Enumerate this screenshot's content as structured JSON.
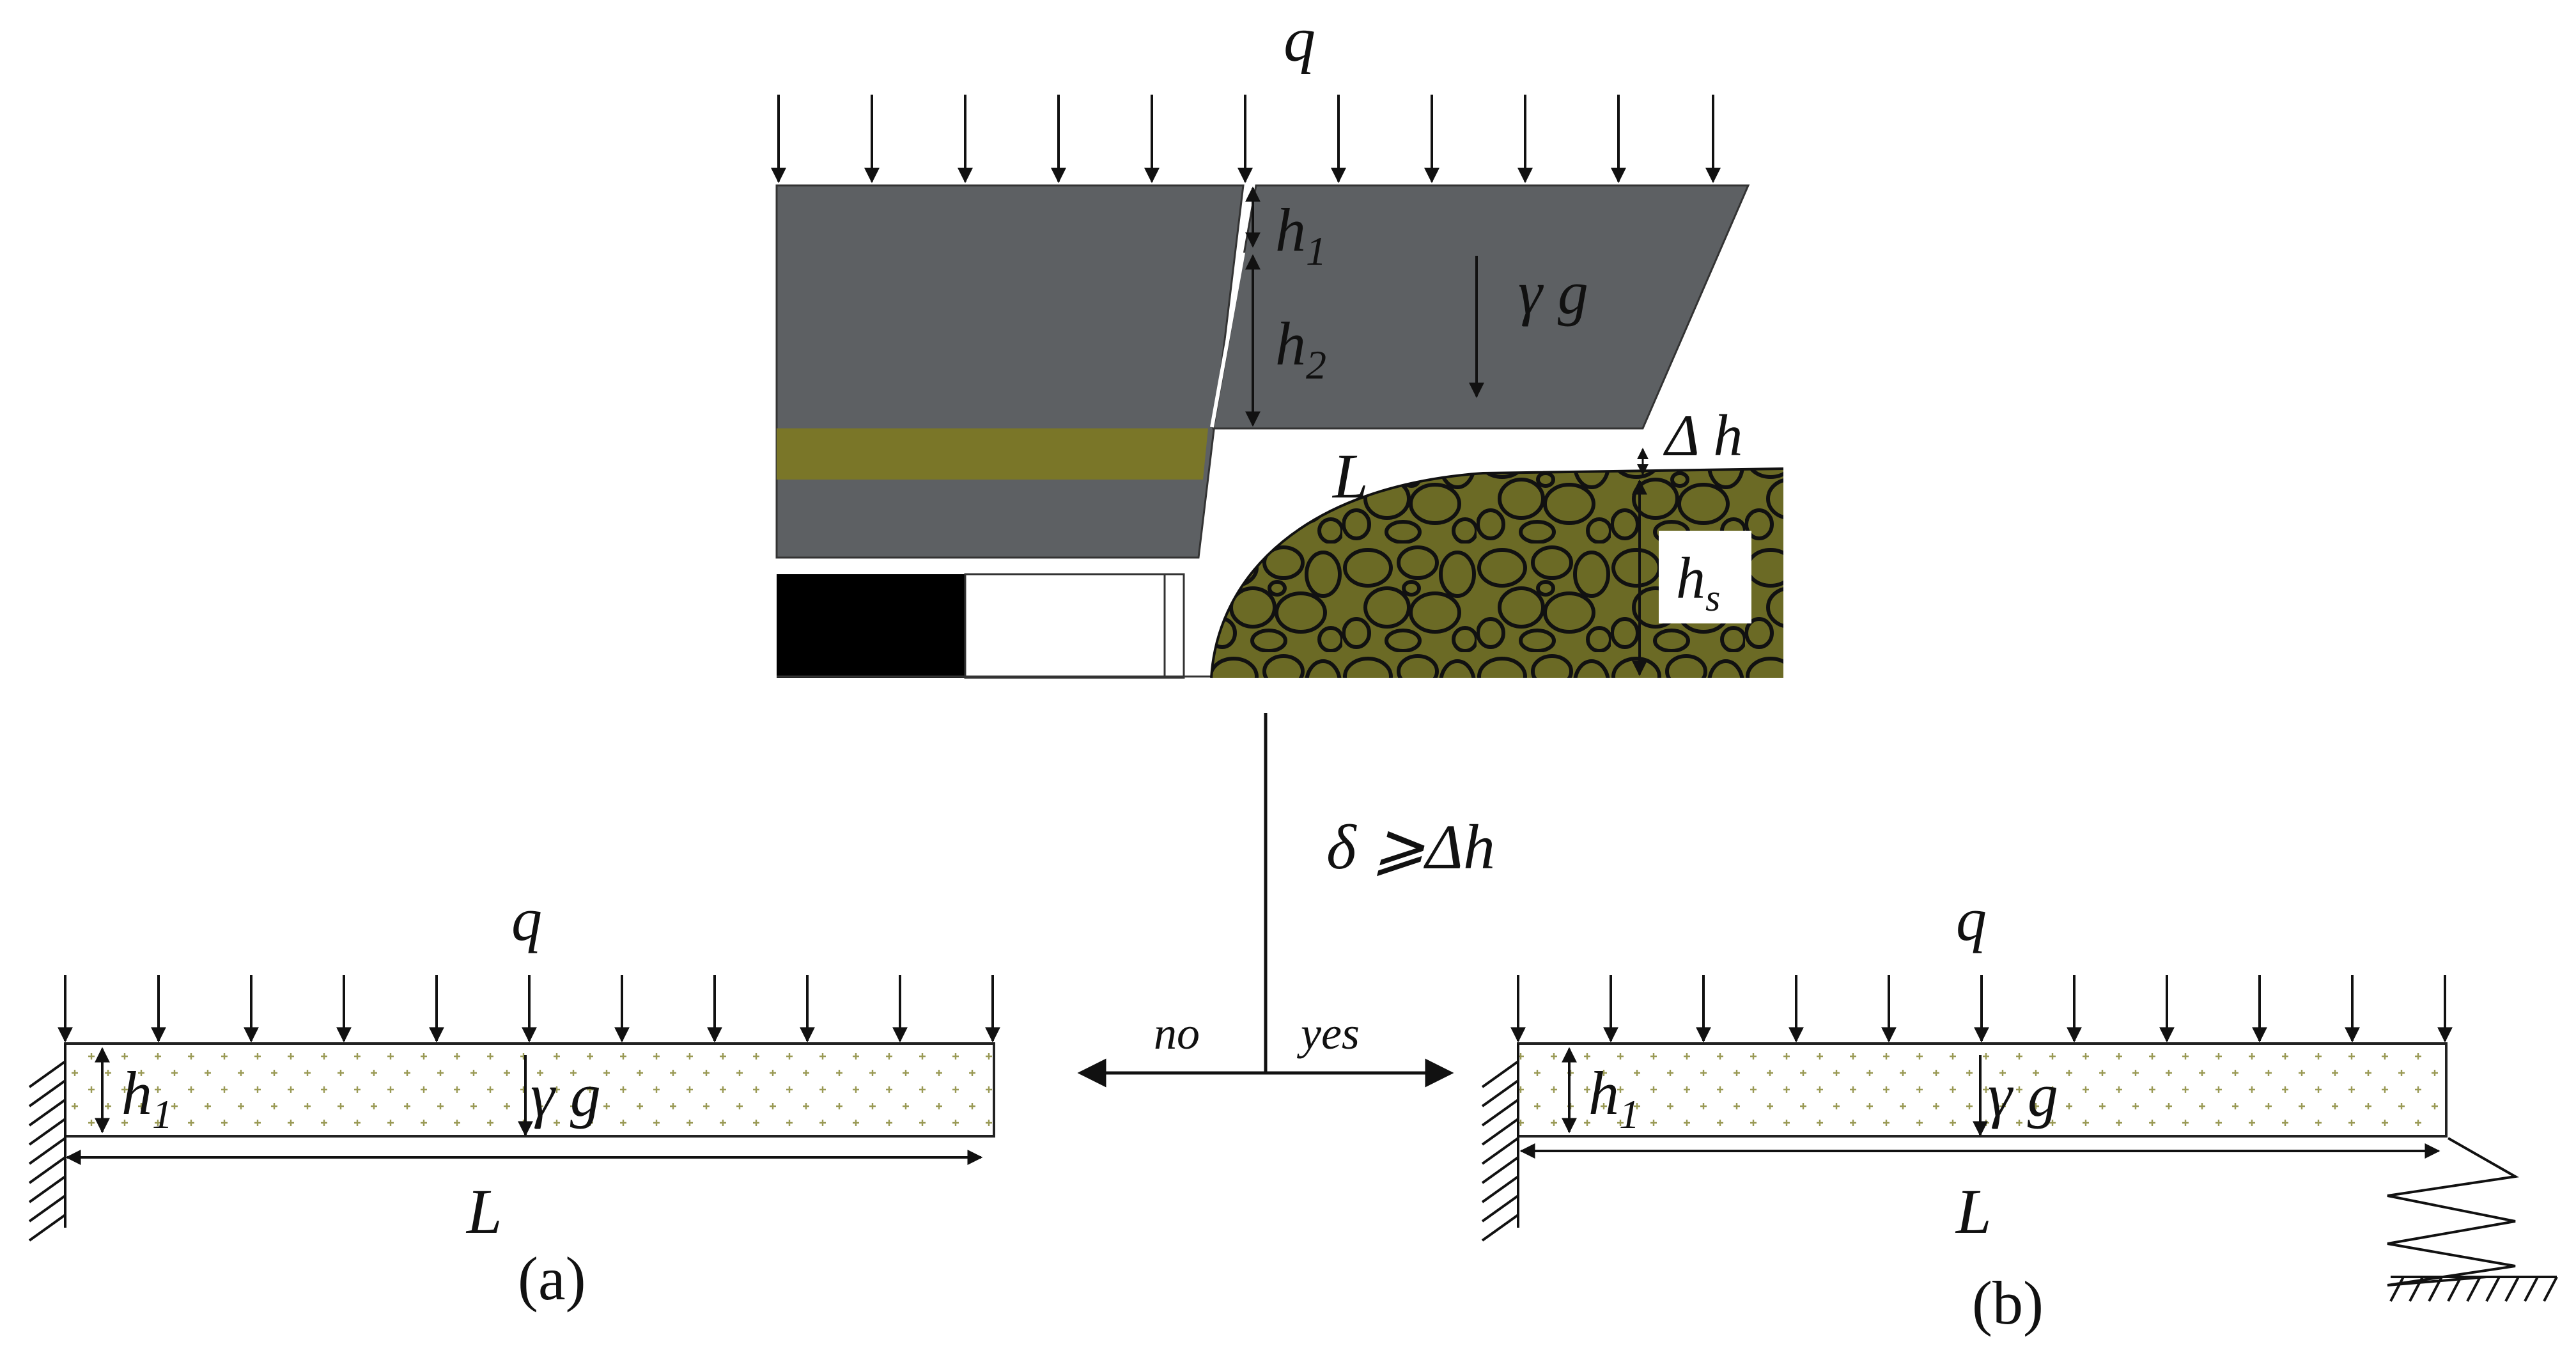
{
  "colors": {
    "rock": "#5d6063",
    "coal_seam": "#7a7628",
    "gob": "#6b6a25",
    "black_block": "#000000",
    "line": "#111111",
    "beam_dot": "#9a9a55"
  },
  "top": {
    "q": "q",
    "h1": {
      "base": "h",
      "sub": "1"
    },
    "h2": {
      "base": "h",
      "sub": "2"
    },
    "gamma_g": "γ g",
    "L": "L",
    "delta_h": "Δ h",
    "hs": {
      "base": "h",
      "sub": "s"
    }
  },
  "criterion": "δ ⩾Δh",
  "branch": {
    "no": "no",
    "yes": "yes"
  },
  "beam_a": {
    "q": "q",
    "h1": {
      "base": "h",
      "sub": "1"
    },
    "gamma_g": "γ g",
    "L": "L",
    "caption": "(a)"
  },
  "beam_b": {
    "q": "q",
    "h1": {
      "base": "h",
      "sub": "1"
    },
    "gamma_g": "γ g",
    "L": "L",
    "caption": "(b)"
  }
}
